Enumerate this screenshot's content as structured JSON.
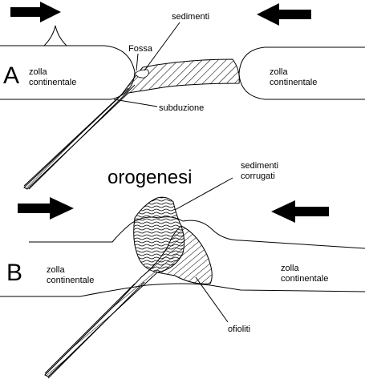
{
  "panel_a": {
    "letter": "A",
    "left_plate": [
      "zolla",
      "continentale"
    ],
    "right_plate": [
      "zolla",
      "continentale"
    ],
    "trench": "Fossa",
    "sediments": "sedimenti",
    "subduction": "subduzione"
  },
  "panel_b": {
    "letter": "B",
    "title": "orogenesi",
    "folded_sediments": [
      "sedimenti",
      "corrugati"
    ],
    "left_plate": [
      "zolla",
      "continentale"
    ],
    "right_plate": [
      "zolla",
      "continentale"
    ],
    "ophiolites": "ofioliti"
  },
  "colors": {
    "ink": "#000000",
    "background": "#ffffff"
  }
}
